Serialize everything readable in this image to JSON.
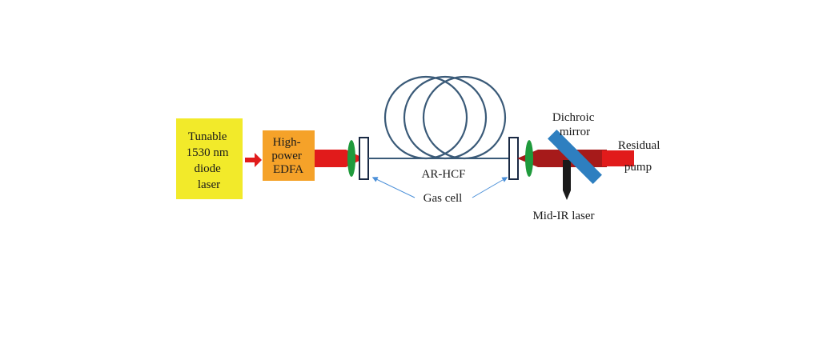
{
  "labels": {
    "seed_laser": [
      "Tunable",
      "1530 nm",
      "diode",
      "laser"
    ],
    "amplifier": [
      "High-",
      "power",
      "EDFA"
    ],
    "fiber": "AR-HCF",
    "gas_cell": "Gas cell",
    "dichroic": [
      "Dichroic",
      "mirror"
    ],
    "residual": [
      "Residual",
      "pump"
    ],
    "output": "Mid-IR laser"
  },
  "colors": {
    "seed_fill": "#f2ea2a",
    "edfa_fill": "#f5a229",
    "pump_beam": "#e11b1b",
    "residual_beam": "#a61a1a",
    "lens": "#1f9a3c",
    "fiber": "#3a5a78",
    "mirror": "#2e7fc0",
    "midir_beam": "#1a1a1a",
    "pointer": "#4a8fd8"
  }
}
